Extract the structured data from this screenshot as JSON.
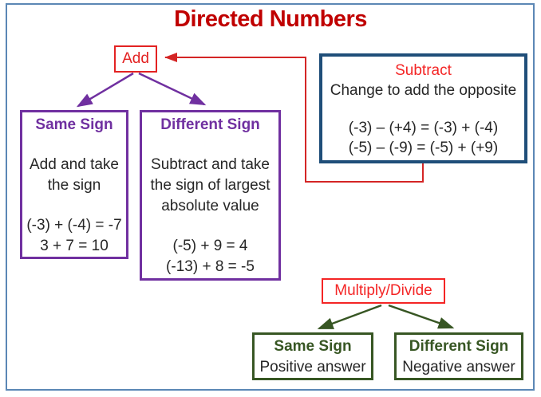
{
  "title": "Directed Numbers",
  "colors": {
    "title_red": "#c00000",
    "red_accent": "#f42525",
    "purple_accent": "#7030a0",
    "dark_blue_accent": "#1f4e79",
    "dark_green_accent": "#375623",
    "frame_blue": "#5b87b5",
    "body_text": "#262626"
  },
  "add_node": {
    "label": "Add"
  },
  "subtract_box": {
    "title": "Subtract",
    "subtitle": "Change to add the opposite",
    "examples": [
      "(-3) – (+4) = (-3) + (-4)",
      "(-5) – (-9) = (-5) + (+9)"
    ]
  },
  "add_same_sign_box": {
    "title": "Same Sign",
    "rule_lines": [
      "Add and take",
      "the sign"
    ],
    "examples": [
      "(-3) + (-4) = -7",
      "3 + 7 = 10"
    ]
  },
  "add_different_sign_box": {
    "title": "Different Sign",
    "rule_lines": [
      "Subtract and take",
      "the sign of largest",
      "absolute value"
    ],
    "examples": [
      "(-5) + 9 = 4",
      "(-13) + 8 = -5"
    ]
  },
  "multiply_divide_node": {
    "label": "Multiply/Divide"
  },
  "md_same_sign_box": {
    "title": "Same Sign",
    "rule": "Positive answer"
  },
  "md_different_sign_box": {
    "title": "Different Sign",
    "rule": "Negative answer"
  }
}
